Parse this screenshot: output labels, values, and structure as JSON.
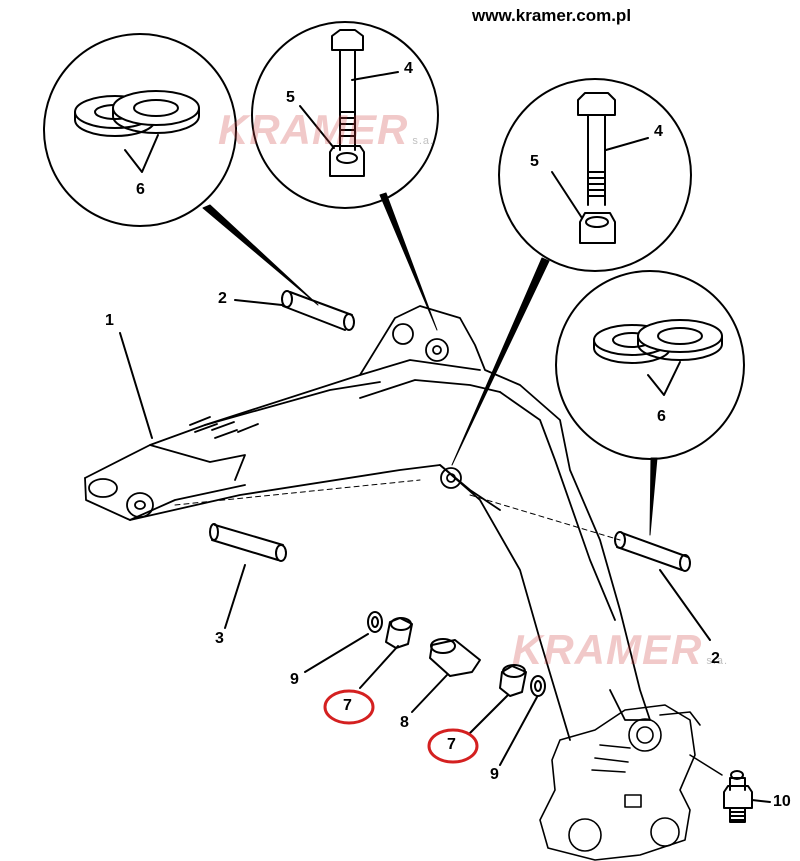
{
  "header": {
    "url": "www.kramer.com.pl"
  },
  "watermark": {
    "brand": "KRAMER",
    "suffix": "s.a."
  },
  "callouts": {
    "c1": "1",
    "c2a": "2",
    "c2b": "2",
    "c3": "3",
    "c4a": "4",
    "c4b": "4",
    "c5a": "5",
    "c5b": "5",
    "c6a": "6",
    "c6b": "6",
    "c7a": "7",
    "c7b": "7",
    "c8": "8",
    "c9a": "9",
    "c9b": "9",
    "c10": "10"
  },
  "highlight_color": "#d42020"
}
